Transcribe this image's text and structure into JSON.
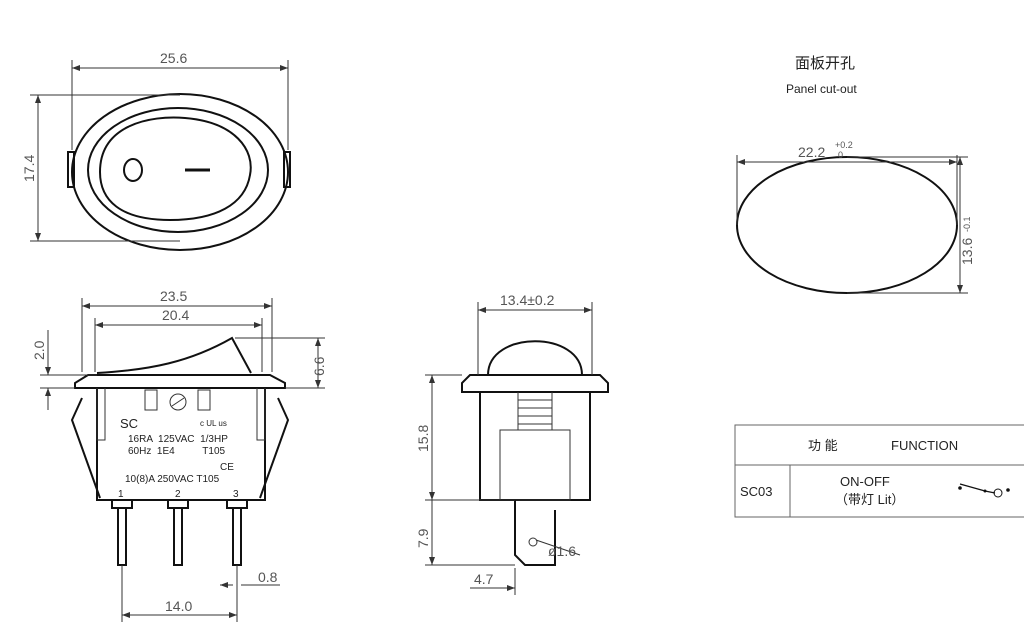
{
  "title": {
    "cn": "面板开孔",
    "en": "Panel cut-out"
  },
  "front_view": {
    "width": "25.6",
    "height": "17.4",
    "on_symbol": "O",
    "off_symbol": "—"
  },
  "side_view": {
    "overall_width": "23.5",
    "body_width": "20.4",
    "flange": "2.0",
    "rocker_height": "6.6",
    "pin_pitch": "14.0",
    "pin_width": "0.8",
    "brand": "SC",
    "rating_line1": "16RA  125VAC  1/3HP",
    "rating_line2": "60Hz  1E4          T105",
    "rating_line3": "10(8)A  250VAC  T105",
    "ul_mark": "c UL us",
    "ce_mark": "CE",
    "pins": [
      "1",
      "2",
      "3"
    ]
  },
  "end_view": {
    "width": "13.4±0.2",
    "body_height": "15.8",
    "terminal_height": "7.9",
    "hole": "ø1.6",
    "terminal_width": "4.7"
  },
  "cutout": {
    "width": "22.2",
    "width_tol_upper": "+0.2",
    "width_tol_lower": "0",
    "height": "13.6",
    "height_tol": "-0.1"
  },
  "function_table": {
    "header_cn": "功 能",
    "header_en": "FUNCTION",
    "rows": [
      {
        "code": "SC03",
        "function": "ON-OFF",
        "note": "（带灯 Lit）"
      }
    ]
  }
}
